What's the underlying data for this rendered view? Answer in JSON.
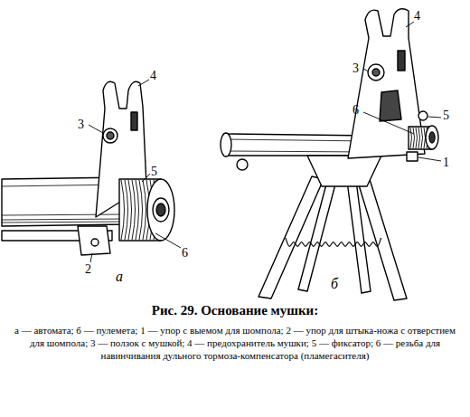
{
  "diagram": {
    "caption": "Рис. 29. Основание мушки:",
    "labels": [
      "3",
      "4",
      "5",
      "2",
      "6",
      "а",
      "4",
      "3",
      "6",
      "5",
      "1",
      "б",
      "а — автомата; б — пулемета; 1 — упор с выемом для шомпола; 2 — упор для штыка-ножа с отверстием для шомпола; 3 — ползок с мушкой; 4 — предохранитель мушки; 5 — фиксатор; 6 — резьба для навинчивания дульного тормоза-компенсатора (пламегасителя)"
    ]
  }
}
